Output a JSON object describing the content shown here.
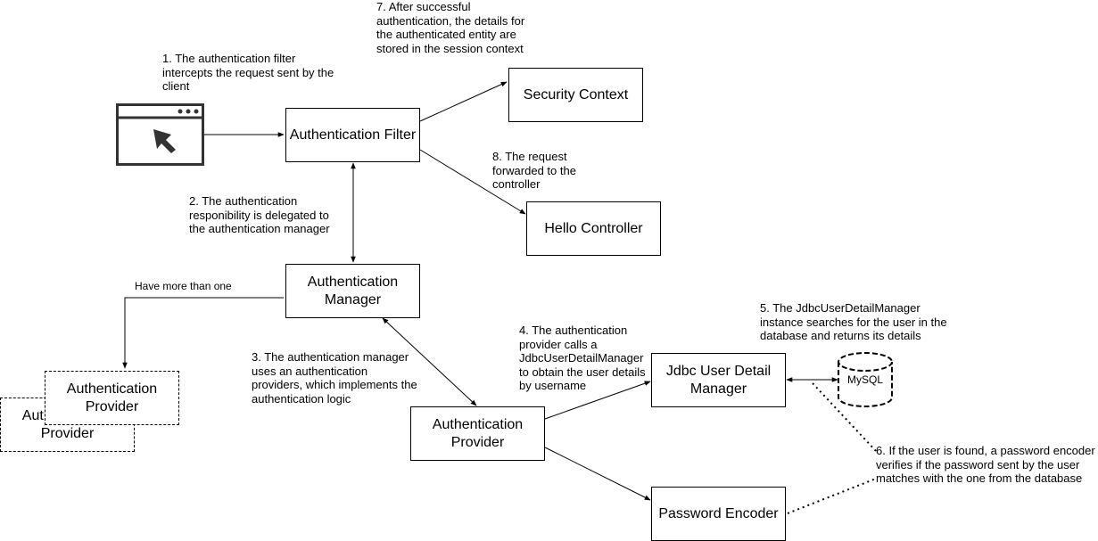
{
  "nodes": {
    "auth_filter": "Authentication Filter",
    "security_context": "Security Context",
    "hello_controller": "Hello Controller",
    "auth_manager": "Authentication\nManager",
    "auth_provider": "Authentication\nProvider",
    "auth_provider_stack_back": "Authentication\nProvider",
    "auth_provider_stack_front": "Authentication\nProvider",
    "jdbc_manager": "Jdbc User Detail\nManager",
    "password_encoder": "Password Encoder",
    "database": "MySQL"
  },
  "notes": {
    "step1": "1. The authentication filter\nintercepts the request sent by the\nclient",
    "step2": "2. The authentication\nresponibility is delegated to\nthe authentication manager",
    "step3": "3. The authentication manager\nuses an authentication\nproviders, which implements the\nauthentication logic",
    "step4": "4. The authentication\nprovider calls a\nJdbcUserDetailManager\nto obtain the user details\nby username",
    "step5": "5. The JdbcUserDetailManager\ninstance searches for the user in the\ndatabase and returns its details",
    "step6": "6. If the user is found, a password encoder\nverifies if the password sent by the user\nmatches with the one from the database",
    "step7": "7. After successful\nauthentication, the details for\nthe authenticated entity are\nstored in the session context",
    "step8": "8. The request\nforwarded to the\ncontroller",
    "more_than_one": "Have more than one"
  },
  "icons": {
    "client": "browser-window-cursor-icon"
  }
}
